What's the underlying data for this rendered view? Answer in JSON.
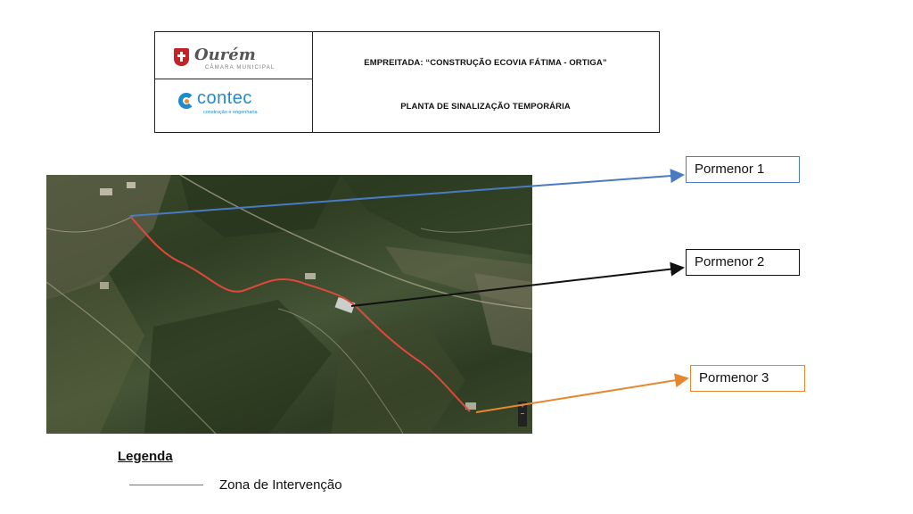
{
  "title_block": {
    "line1": "EMPREITADA: “CONSTRUÇÃO ECOVIA FÁTIMA - ORTIGA”",
    "line2": "PLANTA DE SINALIZAÇÃO TEMPORÁRIA",
    "logo_top": {
      "name": "Ourém",
      "subtitle": "CÂMARA MUNICIPAL",
      "accent": "#c62127"
    },
    "logo_bottom": {
      "name": "contec",
      "subtitle": "construção e engenharia",
      "accent": "#1f8bc9"
    }
  },
  "map": {
    "zoom_controls": [
      "+",
      "−"
    ],
    "route_color": "#e0483c"
  },
  "callouts": [
    {
      "label": "Pormenor 1",
      "color": "#4a7ac4"
    },
    {
      "label": "Pormenor 2",
      "color": "#111111"
    },
    {
      "label": "Pormenor 3",
      "color": "#e8872f"
    }
  ],
  "legend": {
    "title": "Legenda",
    "items": [
      {
        "label": "Zona de Intervenção",
        "color": "#e0483c"
      }
    ]
  }
}
